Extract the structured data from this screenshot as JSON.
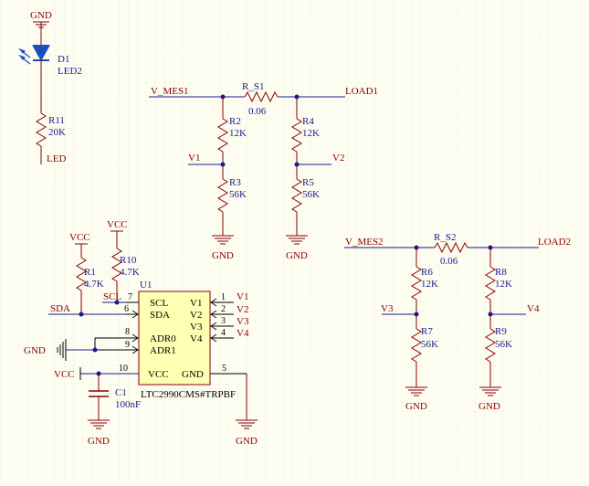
{
  "grid": {
    "background": "#fdfdf2",
    "line": "#e9e9d6"
  },
  "colors": {
    "wire": "#1a1a8c",
    "component": "#8b0000",
    "label": "#8b0000",
    "designator": "#1a1a8c",
    "ic_fill": "#ffffb4",
    "led": "#1a4fbf"
  },
  "led": {
    "designator": "D1",
    "value": "LED2",
    "gnd": "GND"
  },
  "r11": {
    "designator": "R11",
    "value": "20K",
    "net": "LED"
  },
  "sense1": {
    "in_net": "V_MES1",
    "out_net": "LOAD1",
    "shunt": {
      "designator": "R_S1",
      "value": "0.06"
    },
    "r2": {
      "designator": "R2",
      "value": "12K"
    },
    "r3": {
      "designator": "R3",
      "value": "56K"
    },
    "r4": {
      "designator": "R4",
      "value": "12K"
    },
    "r5": {
      "designator": "R5",
      "value": "56K"
    },
    "tap_left": "V1",
    "tap_right": "V2",
    "gnd": "GND"
  },
  "sense2": {
    "in_net": "V_MES2",
    "out_net": "LOAD2",
    "shunt": {
      "designator": "R_S2",
      "value": "0.06"
    },
    "r6": {
      "designator": "R6",
      "value": "12K"
    },
    "r7": {
      "designator": "R7",
      "value": "56K"
    },
    "r8": {
      "designator": "R8",
      "value": "12K"
    },
    "r9": {
      "designator": "R9",
      "value": "56K"
    },
    "tap_left": "V3",
    "tap_right": "V4",
    "gnd": "GND"
  },
  "pullups": {
    "r1": {
      "designator": "R1",
      "value": "4.7K",
      "supply": "VCC"
    },
    "r10": {
      "designator": "R10",
      "value": "4.7K",
      "supply": "VCC"
    },
    "sda_net": "SDA",
    "scl_net": "SCL"
  },
  "ic": {
    "designator": "U1",
    "part": "LTC2990CMS#TRPBF",
    "left_pins": [
      {
        "name": "SCL",
        "num": "7"
      },
      {
        "name": "SDA",
        "num": "6"
      },
      {
        "name": "ADR0",
        "num": "8"
      },
      {
        "name": "ADR1",
        "num": "9"
      },
      {
        "name": "VCC",
        "num": "10"
      }
    ],
    "right_pins": [
      {
        "name": "V1",
        "num": "1",
        "net": "V1"
      },
      {
        "name": "V2",
        "num": "2",
        "net": "V2"
      },
      {
        "name": "V3",
        "num": "3",
        "net": "V3"
      },
      {
        "name": "V4",
        "num": "4",
        "net": "V4"
      },
      {
        "name": "GND",
        "num": "5"
      }
    ],
    "adr_gnd": "GND",
    "vcc_net": "VCC",
    "gnd_net": "GND"
  },
  "c1": {
    "designator": "C1",
    "value": "100nF",
    "gnd": "GND"
  }
}
